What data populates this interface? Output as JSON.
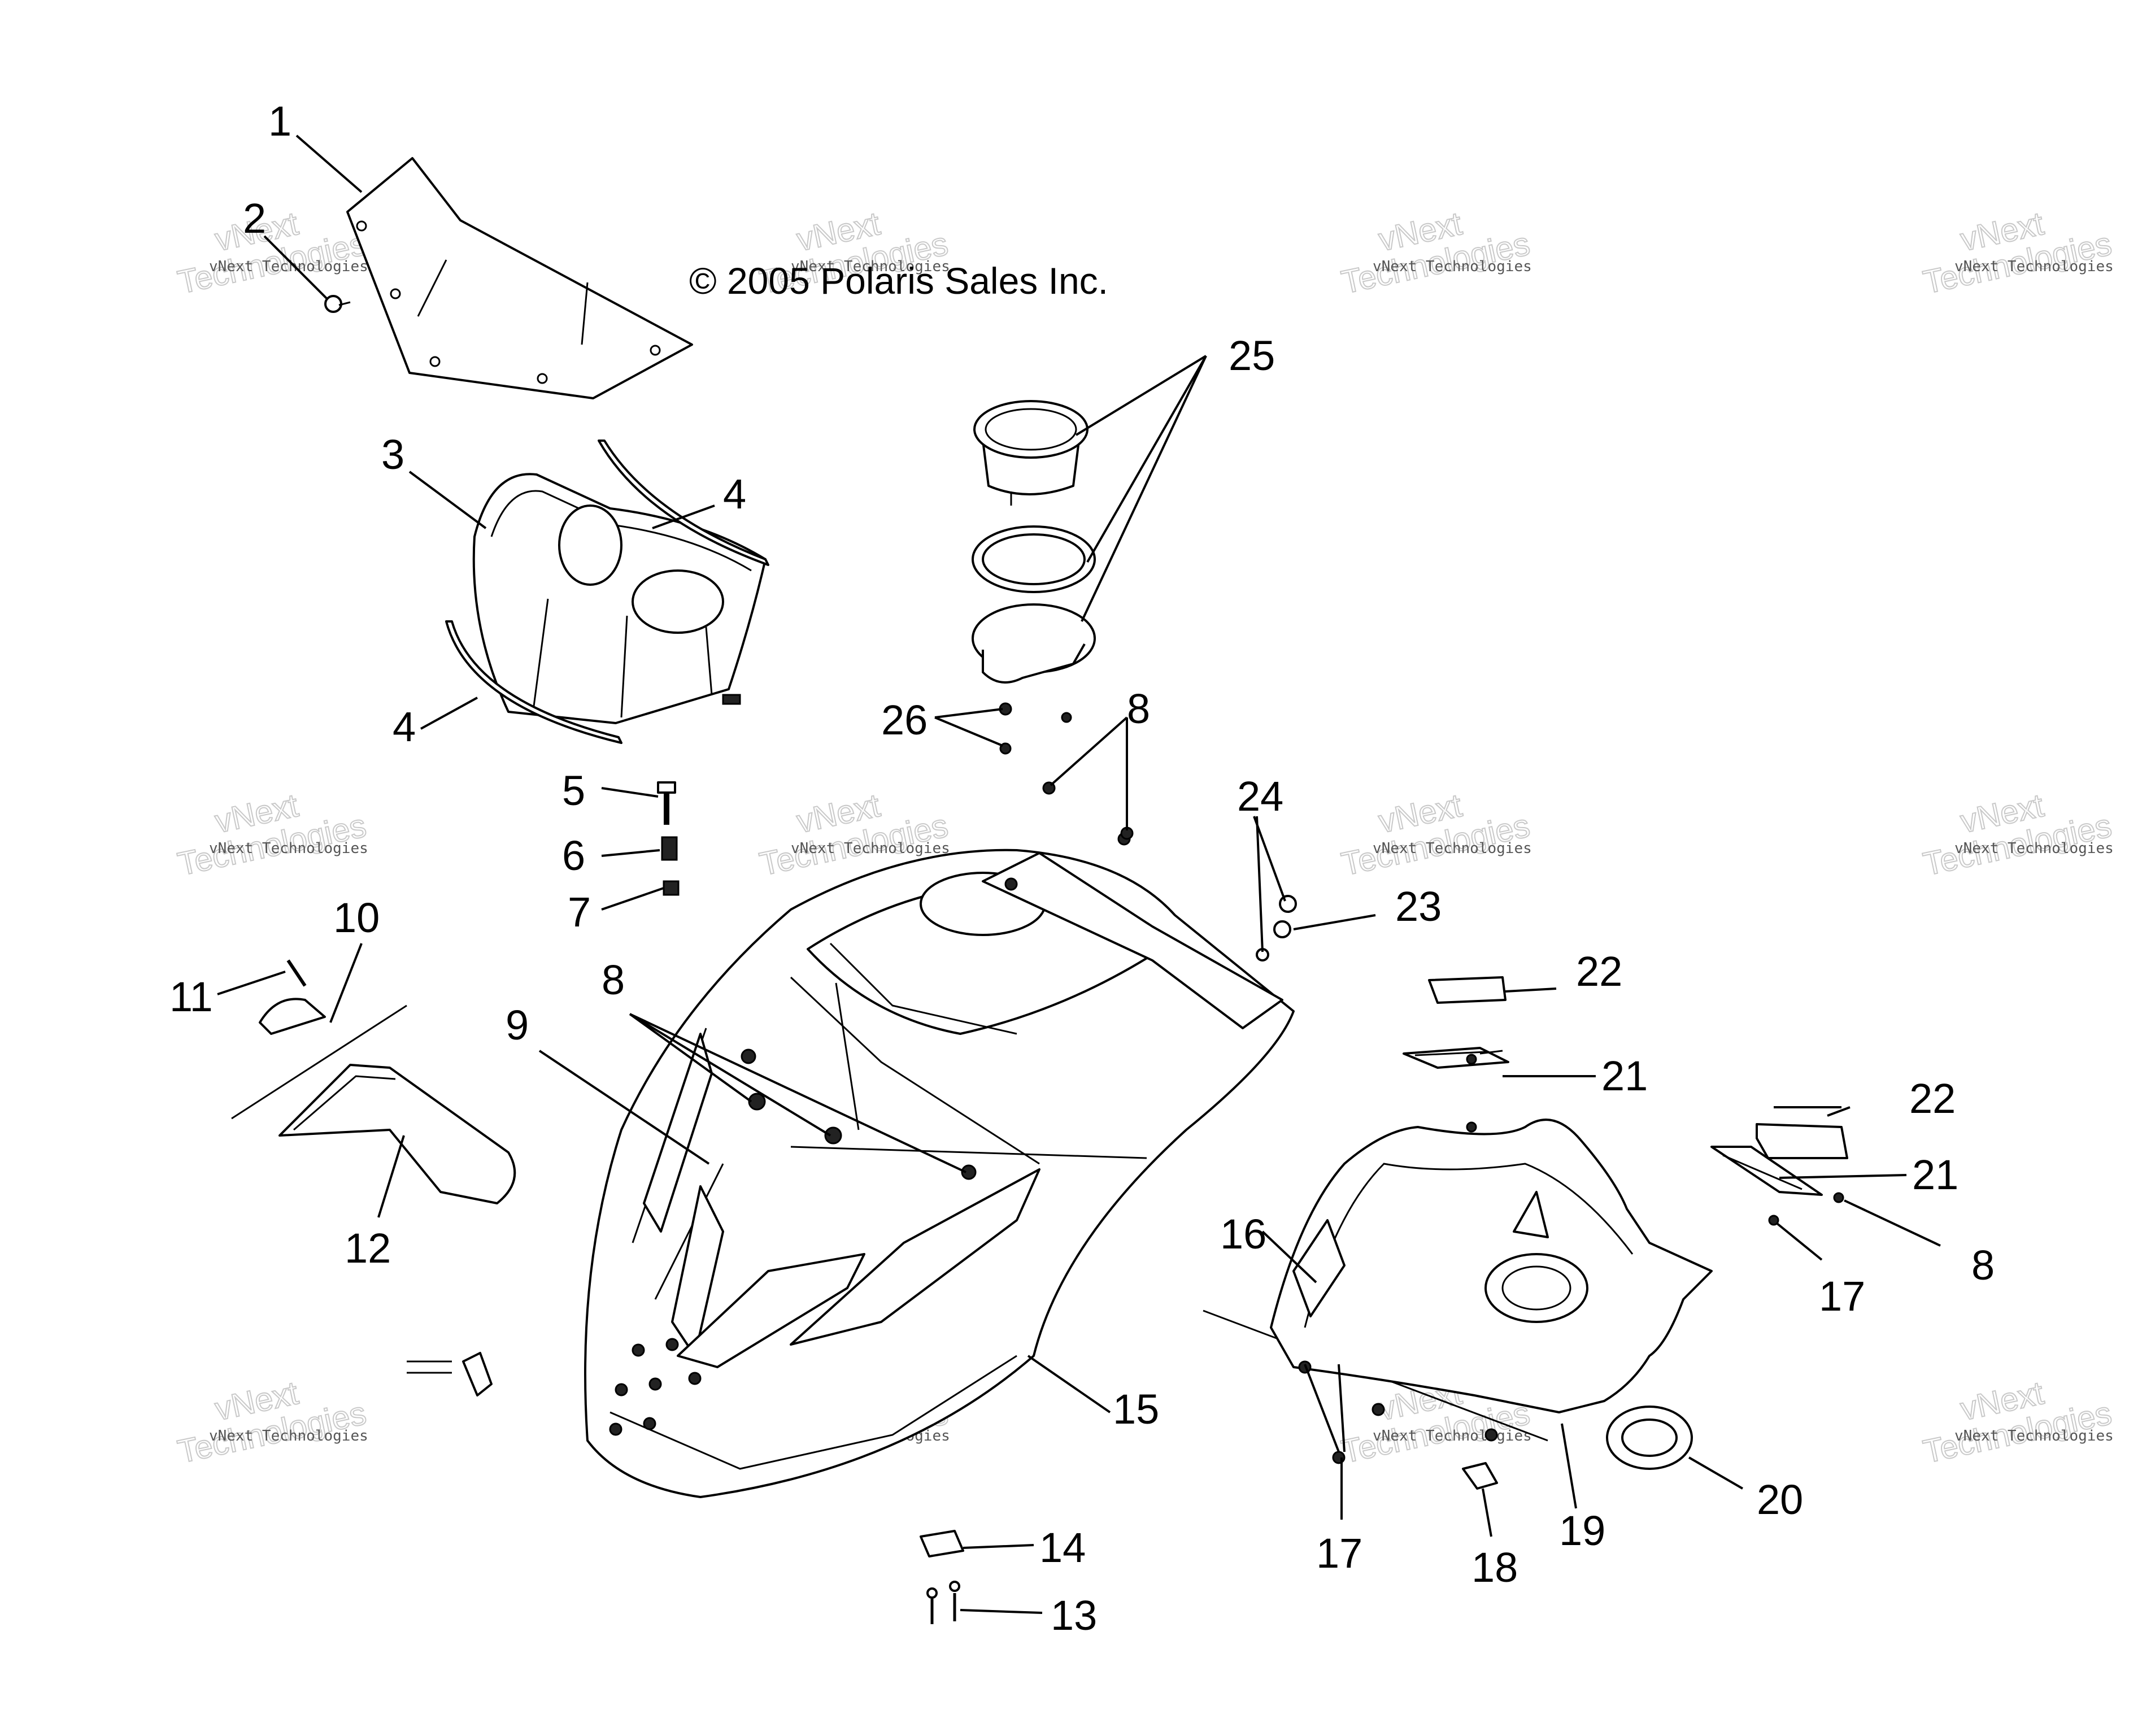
{
  "copyright": "© 2005 Polaris Sales Inc.",
  "watermark": {
    "small_text": "vNext Technologies",
    "large_line1": "vNext",
    "large_line2": "Technologies"
  },
  "callouts": {
    "c1": "1",
    "c2": "2",
    "c3": "3",
    "c4a": "4",
    "c4b": "4",
    "c5": "5",
    "c6": "6",
    "c7": "7",
    "c8a": "8",
    "c8b": "8",
    "c8c": "8",
    "c9": "9",
    "c10": "10",
    "c11": "11",
    "c12": "12",
    "c13": "13",
    "c14": "14",
    "c15": "15",
    "c16": "16",
    "c17a": "17",
    "c17b": "17",
    "c18": "18",
    "c19": "19",
    "c20": "20",
    "c21a": "21",
    "c21b": "21",
    "c22a": "22",
    "c22b": "22",
    "c23": "23",
    "c24": "24",
    "c25": "25",
    "c26": "26"
  }
}
